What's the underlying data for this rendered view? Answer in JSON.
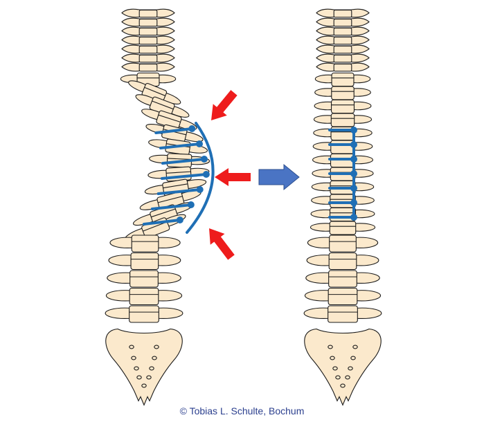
{
  "credit": "© Tobias L. Schulte,  Bochum",
  "colors": {
    "bone_fill": "#fbe9cc",
    "outline": "#1a1a1a",
    "implant": "#1f6fb5",
    "force_arrows": "#ee1c1c",
    "transition_arrow": "#4a74c4",
    "credit_text": "#2b3f8e"
  },
  "panels": [
    {
      "id": "before",
      "state": "scoliotic curve with corrective forces and implanted screws/rod"
    },
    {
      "id": "after",
      "state": "corrected straight spine with vertical rod"
    }
  ],
  "spine": {
    "cervical_count": 7,
    "thoracic_count": 12,
    "lumbar_count": 5,
    "pedicle_screws": 7
  },
  "force_arrows": 3
}
